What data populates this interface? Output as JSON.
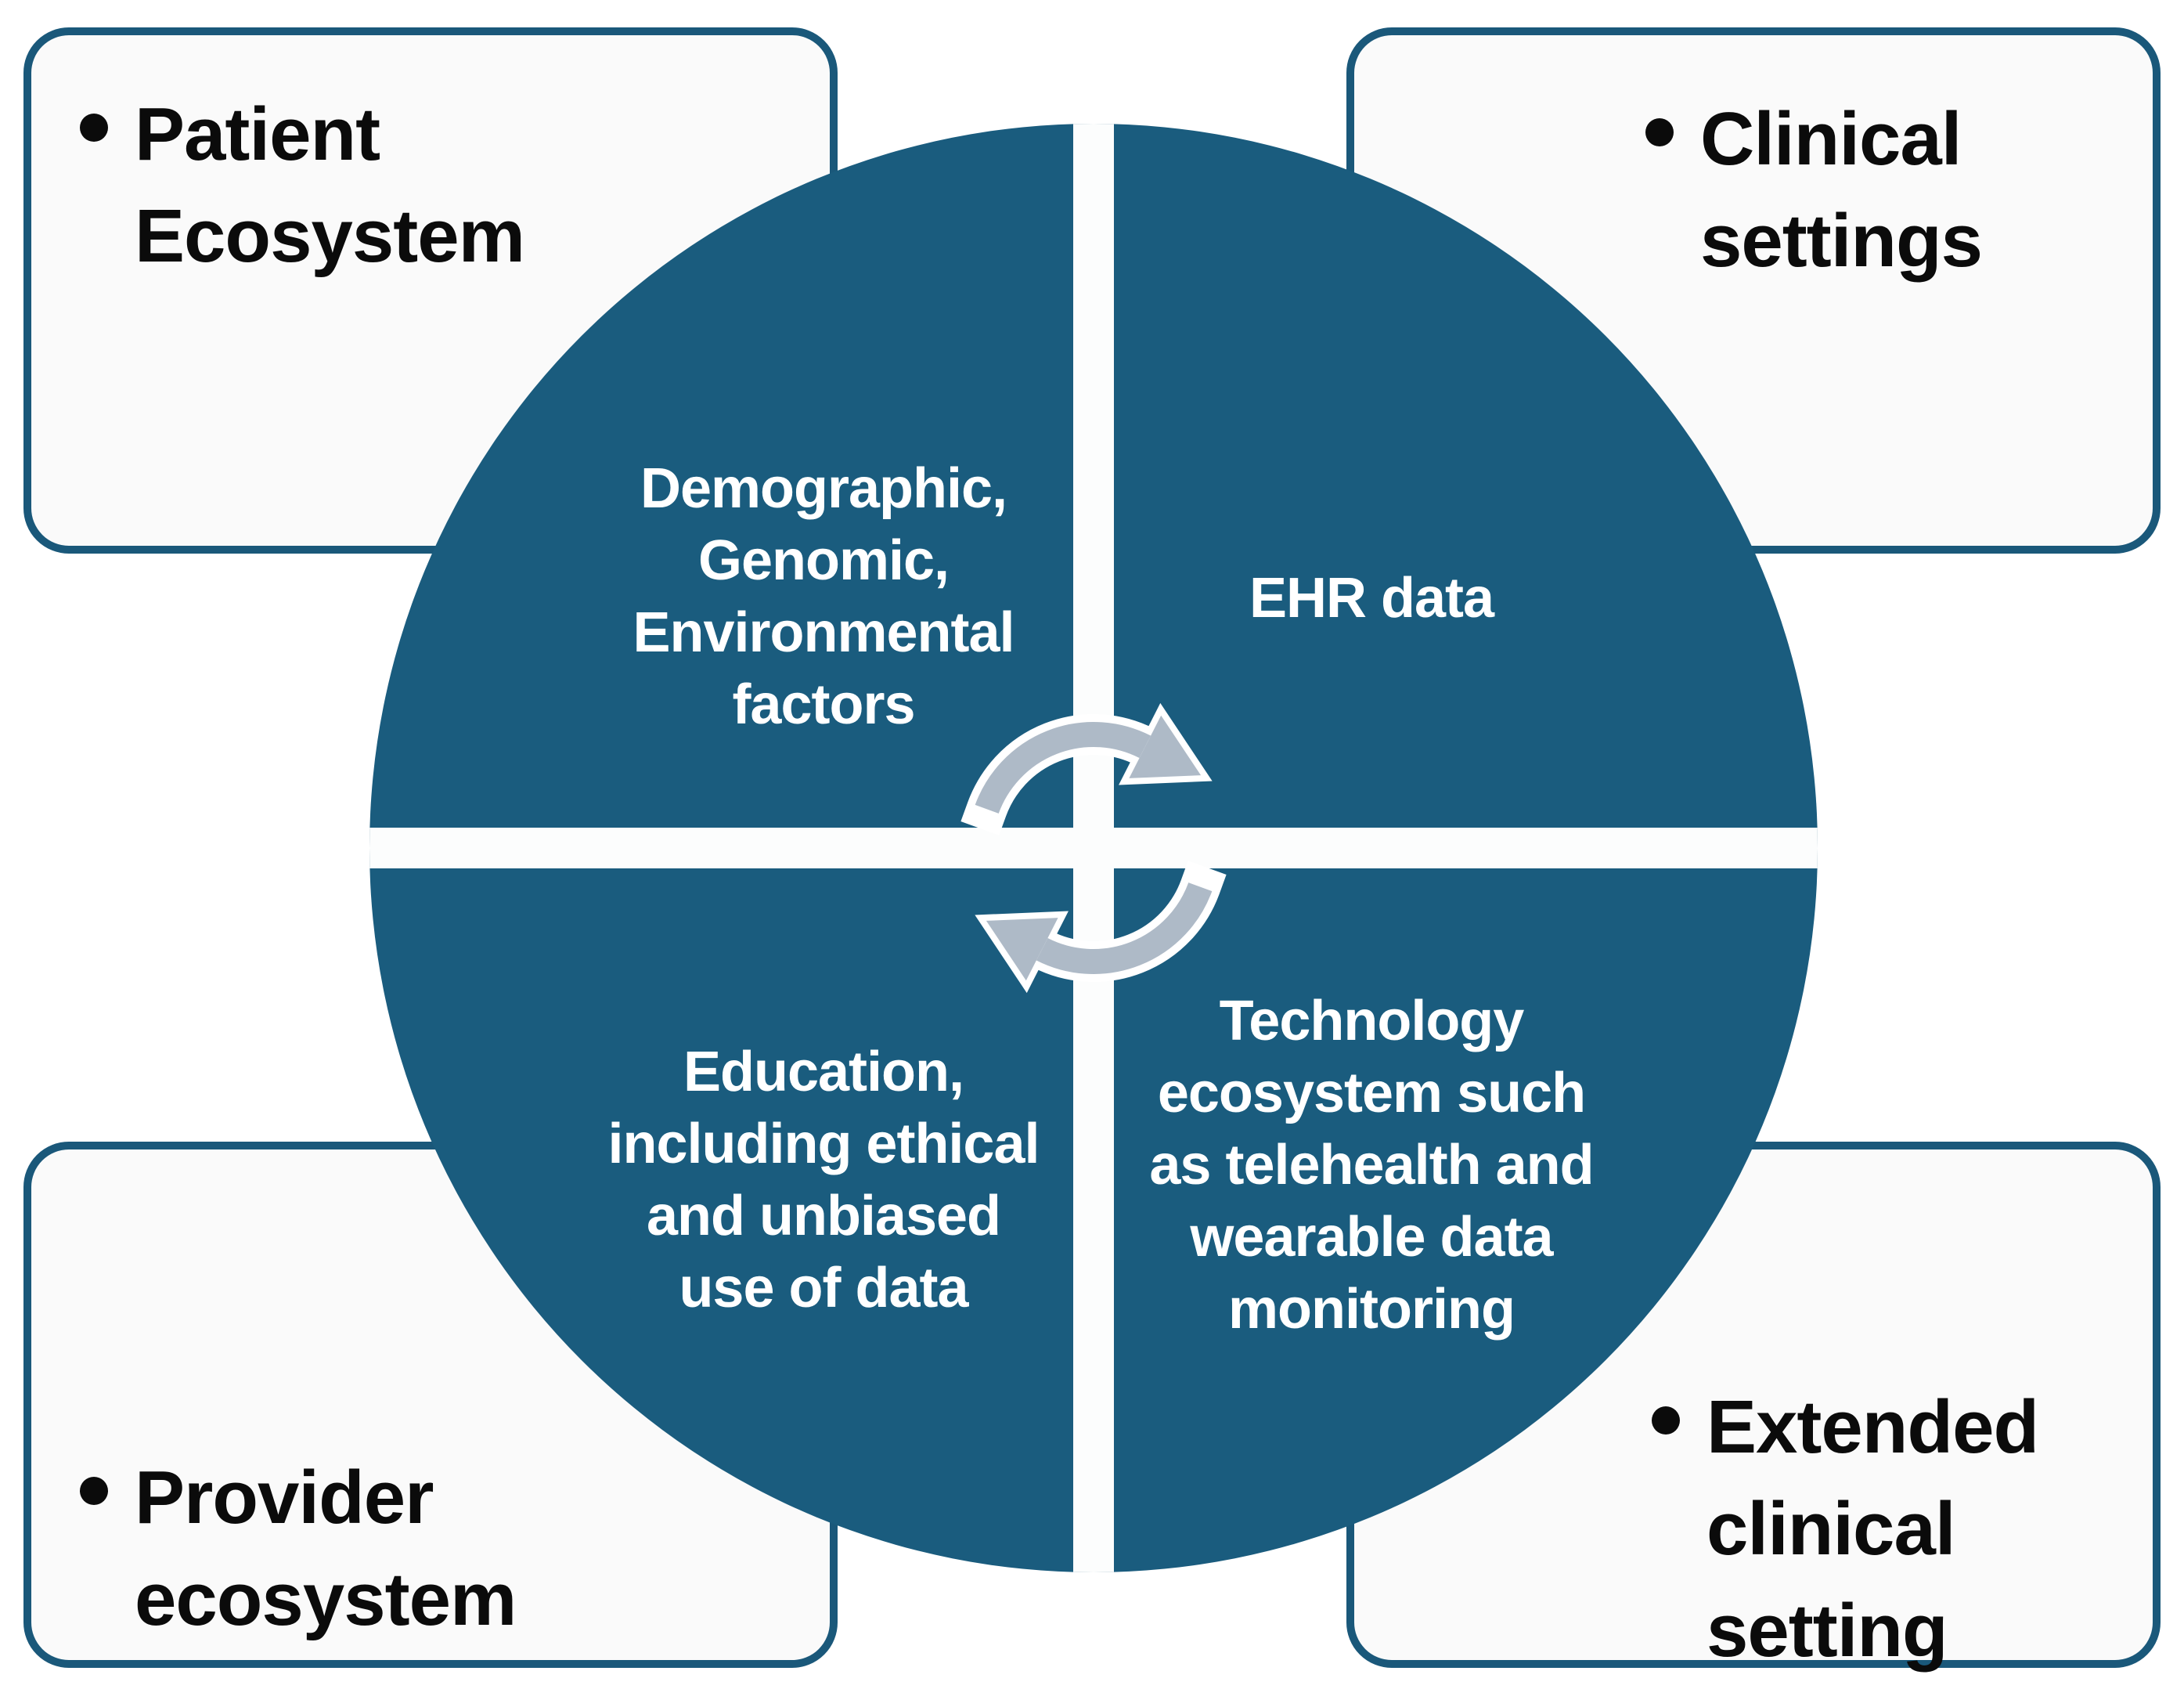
{
  "colors": {
    "teal": "#1A5C7E",
    "box_fill": "#FAFAFA",
    "box_border": "#1A587A",
    "divider_white": "#FCFDFD",
    "arrow_gray": "#AEBAC7",
    "arrow_outline": "#FFFFFF",
    "corner_text": "#0B0B0B",
    "quadrant_text": "#FFFFFF"
  },
  "corner_boxes": {
    "top_left": {
      "lines": [
        "Patient",
        "Ecosystem"
      ]
    },
    "top_right": {
      "lines": [
        "Clinical",
        "settings"
      ]
    },
    "bottom_left": {
      "lines": [
        "Provider",
        "ecosystem"
      ]
    },
    "bottom_right": {
      "lines": [
        "Extended",
        "clinical",
        "setting"
      ]
    }
  },
  "quadrants": {
    "top_left": {
      "lines": [
        "Demographic,",
        "Genomic,",
        "Environmental",
        "factors"
      ]
    },
    "top_right": {
      "lines": [
        "EHR data"
      ]
    },
    "bottom_left": {
      "lines": [
        "Education,",
        "including ethical",
        "and unbiased",
        "use of data"
      ]
    },
    "bottom_right": {
      "lines": [
        "Technology",
        "ecosystem such",
        "as telehealth and",
        "wearable data",
        "monitoring"
      ]
    }
  },
  "icons": {
    "center": "cycle-arrows-icon"
  }
}
